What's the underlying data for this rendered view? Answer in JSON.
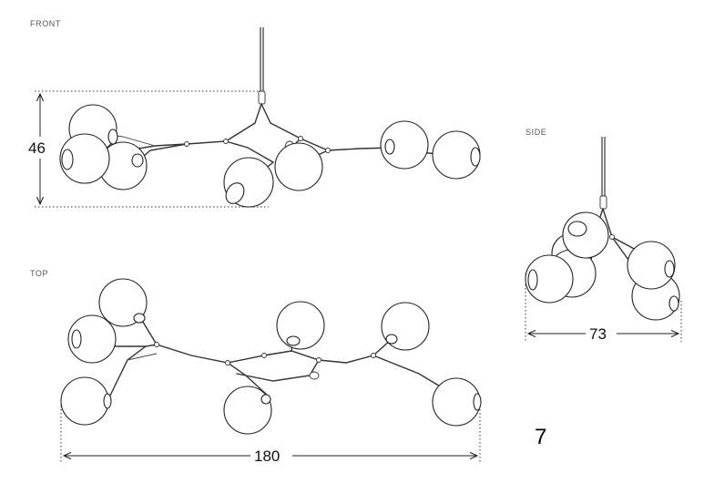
{
  "views": {
    "front": {
      "label": "FRONT",
      "height_dimension": "46"
    },
    "top": {
      "label": "TOP",
      "width_dimension": "180"
    },
    "side": {
      "label": "SIDE",
      "width_dimension": "73"
    }
  },
  "item_number": "7"
}
